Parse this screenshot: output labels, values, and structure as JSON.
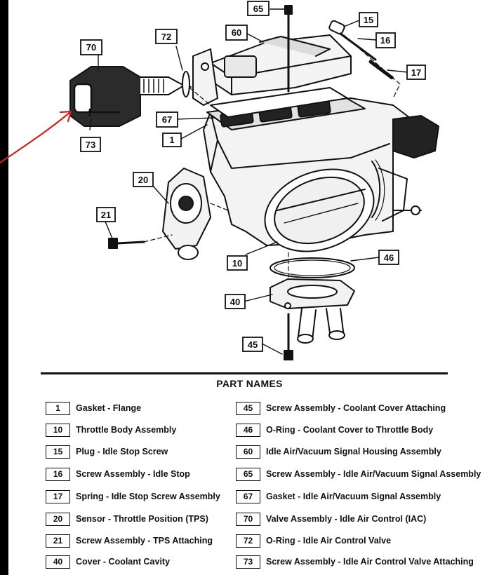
{
  "diagram": {
    "callouts": [
      "65",
      "60",
      "15",
      "16",
      "17",
      "70",
      "72",
      "67",
      "1",
      "73",
      "20",
      "21",
      "10",
      "46",
      "40",
      "45"
    ]
  },
  "parts_title": "PART NAMES",
  "parts_left": [
    {
      "num": "1",
      "name": "Gasket - Flange"
    },
    {
      "num": "10",
      "name": "Throttle Body Assembly"
    },
    {
      "num": "15",
      "name": "Plug - Idle Stop Screw"
    },
    {
      "num": "16",
      "name": "Screw Assembly - Idle Stop"
    },
    {
      "num": "17",
      "name": "Spring - Idle Stop Screw Assembly"
    },
    {
      "num": "20",
      "name": "Sensor - Throttle Position (TPS)"
    },
    {
      "num": "21",
      "name": "Screw Assembly - TPS Attaching"
    },
    {
      "num": "40",
      "name": "Cover - Coolant Cavity"
    }
  ],
  "parts_right": [
    {
      "num": "45",
      "name": "Screw Assembly -   Coolant Cover Attaching"
    },
    {
      "num": "46",
      "name": "O-Ring - Coolant Cover to Throttle Body"
    },
    {
      "num": "60",
      "name": "Idle Air/Vacuum Signal Housing Assembly"
    },
    {
      "num": "65",
      "name": "Screw Assembly - Idle Air/Vacuum Signal Assembly"
    },
    {
      "num": "67",
      "name": "Gasket - Idle Air/Vacuum Signal Assembly"
    },
    {
      "num": "70",
      "name": "Valve Assembly - Idle Air Control (IAC)"
    },
    {
      "num": "72",
      "name": "O-Ring - Idle Air Control Valve"
    },
    {
      "num": "73",
      "name": "Screw Assembly - Idle Air Control Valve Attaching"
    }
  ],
  "colors": {
    "ink": "#111111",
    "annotation_arrow": "#d0201c"
  }
}
